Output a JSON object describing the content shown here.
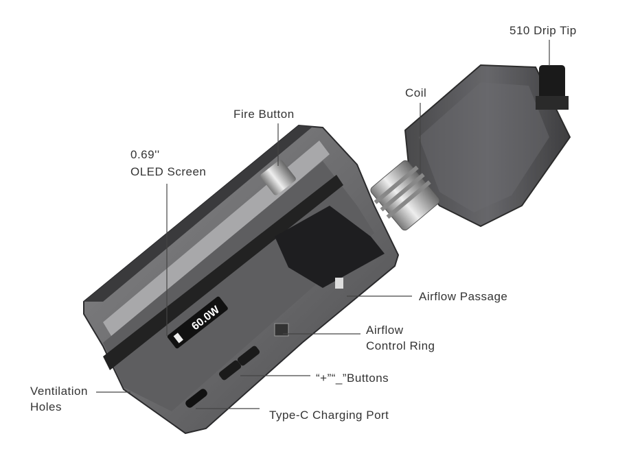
{
  "labels": {
    "drip_tip": "510 Drip Tip",
    "coil": "Coil",
    "fire_button": "Fire Button",
    "oled_size": "0.69''",
    "oled_screen": "OLED Screen",
    "airflow_passage": "Airflow Passage",
    "airflow_control_1": "Airflow",
    "airflow_control_2": "Control Ring",
    "buttons": "“+”“_”Buttons",
    "ventilation_1": "Ventilation",
    "ventilation_2": "Holes",
    "type_c": "Type-C Charging Port"
  },
  "screen": {
    "wattage": "60.0W"
  },
  "colors": {
    "line": "#444444",
    "body": "#6e6e70",
    "dark": "#2a2a2c"
  }
}
